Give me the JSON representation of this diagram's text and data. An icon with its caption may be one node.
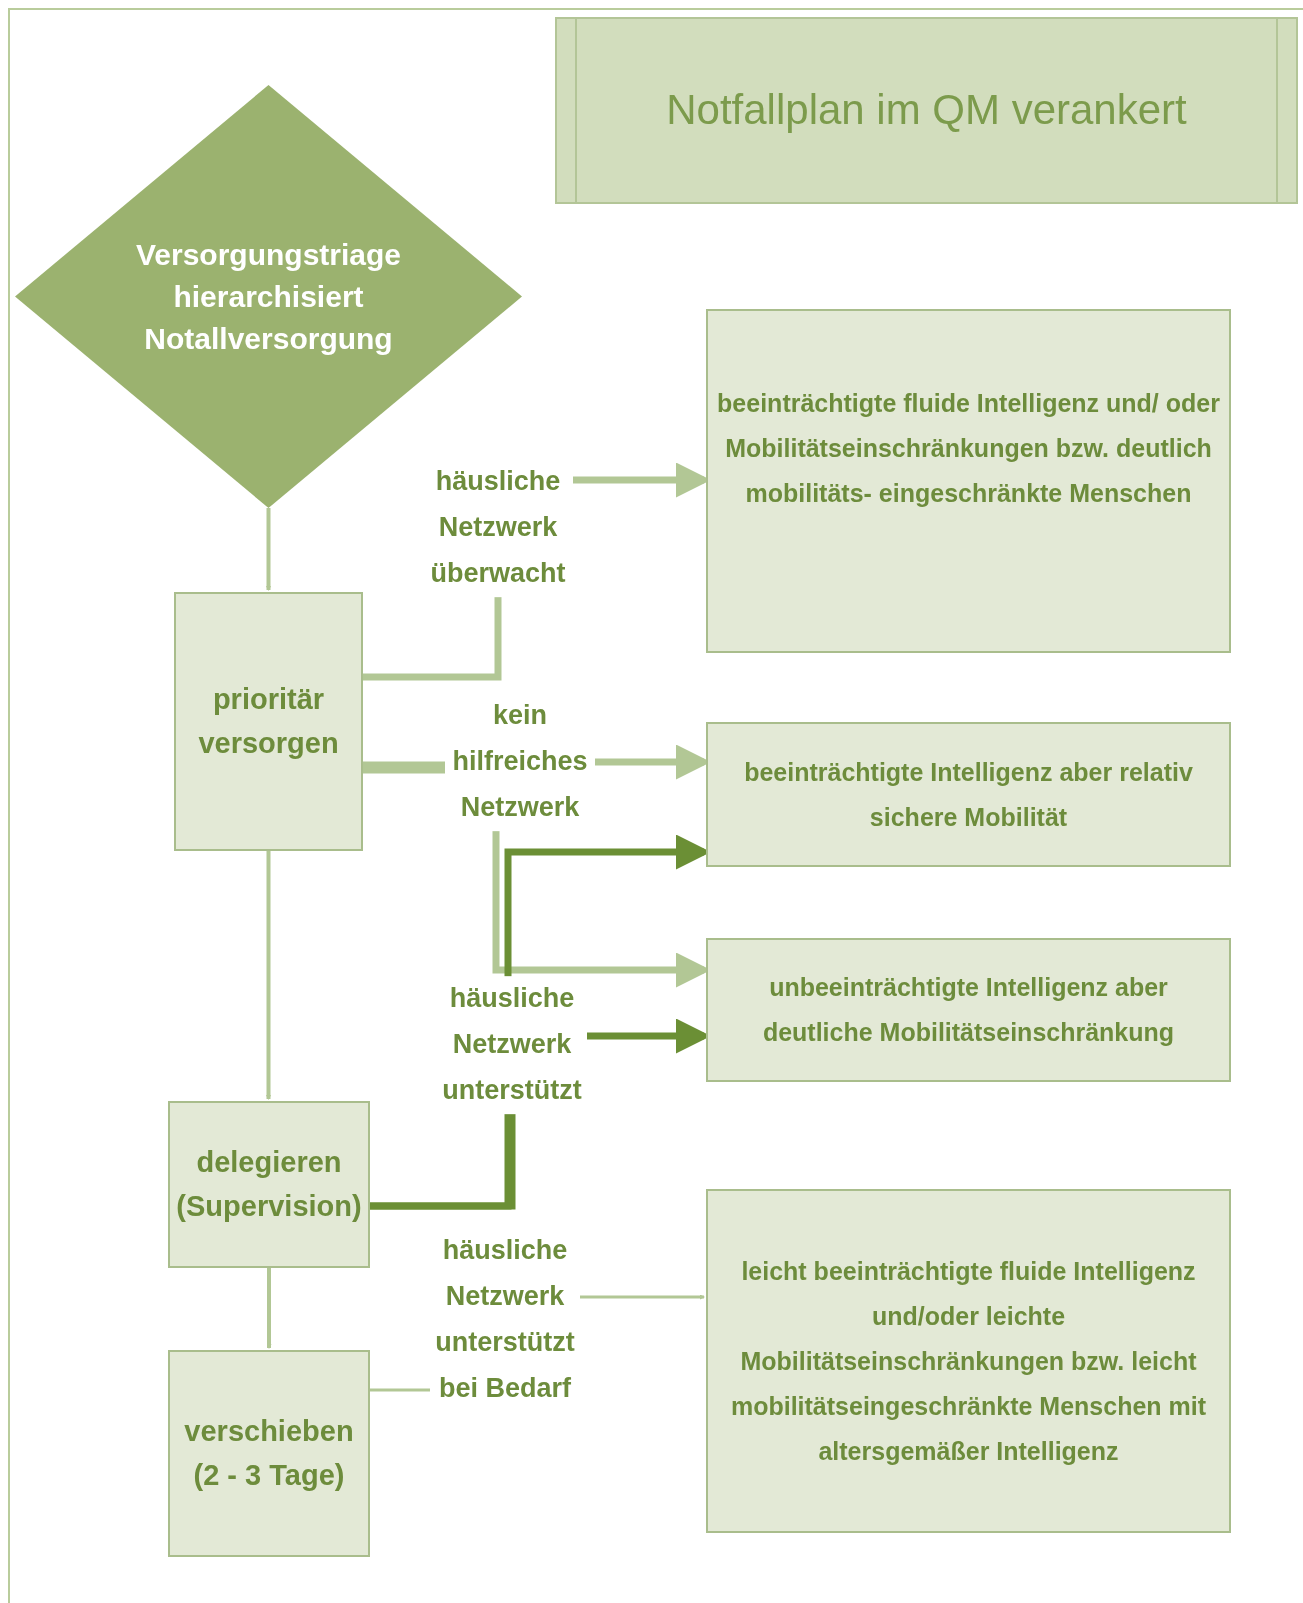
{
  "diagram": {
    "nodes": [
      {
        "text": [
          "Notfallplan im QM verankert"
        ]
      },
      {
        "text": [
          "Versorgungstriage hierarchisiert Notallversorgung"
        ]
      },
      {
        "text": [
          "prioritär versorgen"
        ]
      },
      {
        "text": [
          "delegieren (Supervision)"
        ]
      },
      {
        "text": [
          "verschieben (2 - 3 Tage)"
        ]
      },
      {
        "text": [
          "beeinträchtigte fluide Intelligenz und/ oder Mobilitätseinschränkungen bzw. deutlich mobilitäts- eingeschränkte Menschen"
        ]
      },
      {
        "text": [
          "beeinträchtigte Intelligenz aber relativ sichere Mobilität"
        ]
      },
      {
        "text": [
          "unbeeinträchtigte Intelligenz aber deutliche Mobilitätseinschränkung"
        ]
      },
      {
        "text": [
          "leicht beeinträchtigte fluide Intelligenz und/oder leichte Mobilitätseinschränkungen bzw. leicht mobilitätseingeschränkte Menschen mit altersgemäßer Intelligenz"
        ]
      }
    ],
    "edges": [
      {
        "from": 1,
        "to": 2,
        "arrow": "to"
      },
      {
        "from": 2,
        "to": 3,
        "arrow": "to"
      },
      {
        "from": 3,
        "to": 4,
        "arrow": "to"
      },
      {
        "from": 2,
        "to": 5,
        "arrow": "to",
        "label": "häusliche Netzwerk überwacht"
      },
      {
        "from": 2,
        "to": 6,
        "arrow": "to",
        "label": "kein hilfreiches Netzwerk"
      },
      {
        "from": 2,
        "to": 7,
        "arrow": "to"
      },
      {
        "from": 3,
        "to": 7,
        "arrow": "to",
        "label": "häusliche Netzwerk unterstützt",
        "color": "#6b8f35"
      },
      {
        "from": 3,
        "to": 6,
        "arrow": "to",
        "color": "#6b8f35"
      },
      {
        "from": 4,
        "to": 8,
        "arrow": "to",
        "label": "häusliche Netzwerk unterstützt bei Bedarf"
      }
    ]
  }
}
